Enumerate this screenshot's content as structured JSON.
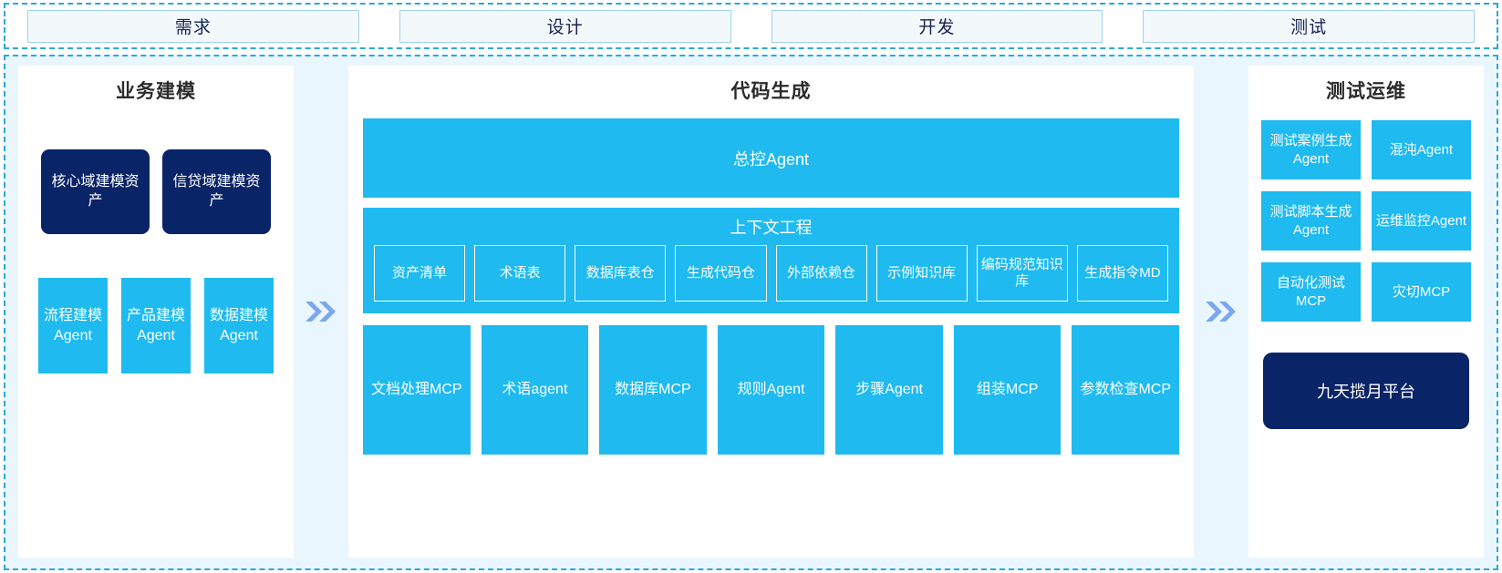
{
  "phases": {
    "items": [
      {
        "label": "需求"
      },
      {
        "label": "设计"
      },
      {
        "label": "开发"
      },
      {
        "label": "测试"
      }
    ]
  },
  "left_panel": {
    "title": "业务建模",
    "assets": [
      {
        "label": "核心域建模资产"
      },
      {
        "label": "信贷域建模资产"
      }
    ],
    "agents": [
      {
        "label": "流程建模Agent"
      },
      {
        "label": "产品建模Agent"
      },
      {
        "label": "数据建模Agent"
      }
    ]
  },
  "mid_panel": {
    "title": "代码生成",
    "master_agent": "总控Agent",
    "context": {
      "title": "上下文工程",
      "chips": [
        {
          "label": "资产清单"
        },
        {
          "label": "术语表"
        },
        {
          "label": "数据库表仓"
        },
        {
          "label": "生成代码仓"
        },
        {
          "label": "外部依赖仓"
        },
        {
          "label": "示例知识库"
        },
        {
          "label": "编码规范知识库"
        },
        {
          "label": "生成指令MD"
        }
      ]
    },
    "tools": [
      {
        "label": "文档处理MCP"
      },
      {
        "label": "术语agent"
      },
      {
        "label": "数据库MCP"
      },
      {
        "label": "规则Agent"
      },
      {
        "label": "步骤Agent"
      },
      {
        "label": "组装MCP"
      },
      {
        "label": "参数检查MCP"
      }
    ]
  },
  "right_panel": {
    "title": "测试运维",
    "items": [
      {
        "label": "测试案例生成Agent"
      },
      {
        "label": "混沌Agent"
      },
      {
        "label": "测试脚本生成Agent"
      },
      {
        "label": "运维监控Agent"
      },
      {
        "label": "自动化测试MCP"
      },
      {
        "label": "灾切MCP"
      }
    ],
    "platform": "九天揽月平台"
  },
  "flow": {
    "chevron_left": "double-chevron-right-icon",
    "chevron_right": "double-chevron-right-icon"
  },
  "colors": {
    "cyan": "#1fbaef",
    "navy": "#0a2468",
    "shell_bg": "#eaf6fd",
    "dashed_border": "#29a8dc",
    "chevron": "#7ba7ef",
    "phase_bg": "#f3f8fb",
    "phase_border": "#9fd3ea",
    "phase_text": "#16234f"
  }
}
